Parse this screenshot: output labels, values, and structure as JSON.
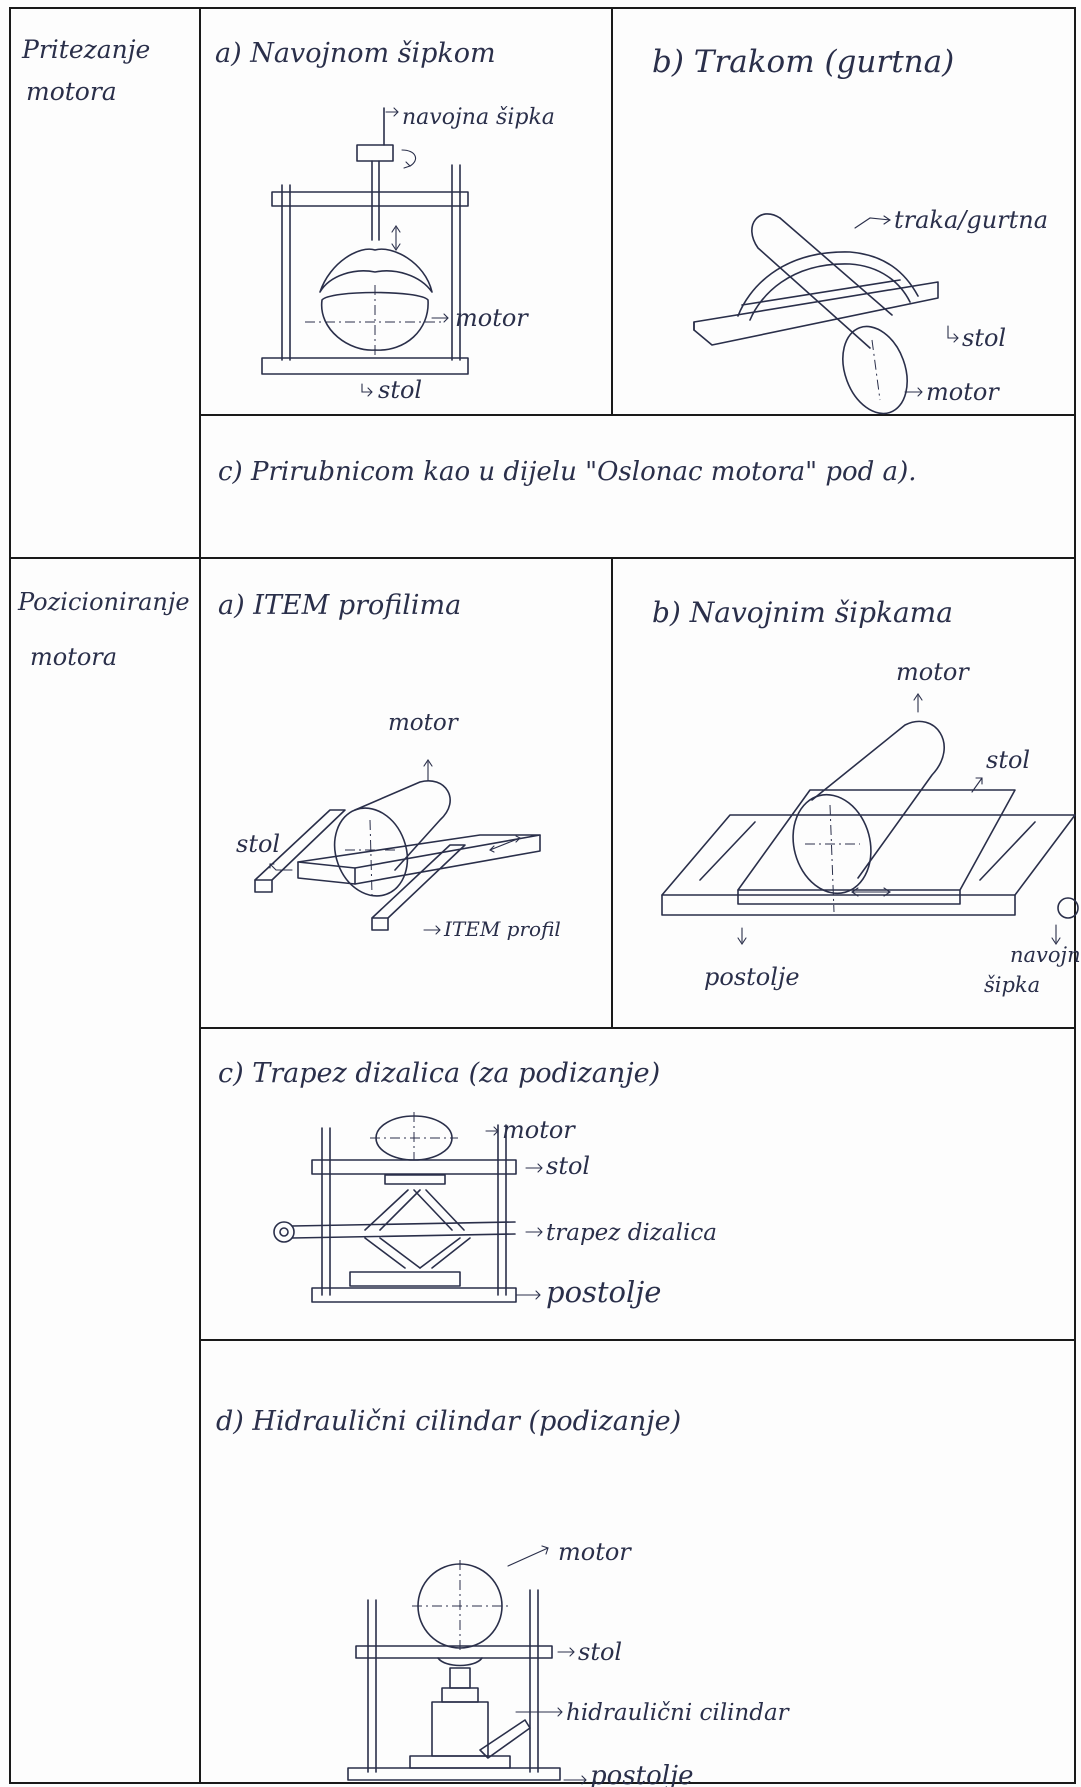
{
  "sections": [
    {
      "title": "Pritezanje motora",
      "title_lines": [
        "Pritezanje",
        "motora"
      ],
      "options": [
        {
          "caption": "a) Navojnom šipkom",
          "labels": [
            "navojna šipka",
            "motor",
            "stol"
          ]
        },
        {
          "caption": "b) Trakom (gurtna)",
          "labels": [
            "traka/gurtna",
            "stol",
            "motor"
          ]
        },
        {
          "caption": "c) Prirubnicom kao u dijelu \"Oslonac motora\" pod a)."
        }
      ]
    },
    {
      "title": "Pozicioniranje motora",
      "title_lines": [
        "Pozicioniranje",
        "motora"
      ],
      "options": [
        {
          "caption": "a) ITEM profilima",
          "labels": [
            "motor",
            "stol",
            "ITEM profil"
          ]
        },
        {
          "caption": "b) Navojnim šipkama",
          "labels": [
            "motor",
            "stol",
            "postolje",
            "navojna",
            "šipka"
          ]
        },
        {
          "caption": "c) Trapez dizalica (za podizanje)",
          "labels": [
            "motor",
            "stol",
            "trapez dizalica",
            "postolje"
          ]
        },
        {
          "caption": "d) Hidraulični cilindar (podizanje)",
          "labels": [
            "motor",
            "stol",
            "hidraulični cilindar",
            "postolje"
          ]
        }
      ]
    }
  ]
}
